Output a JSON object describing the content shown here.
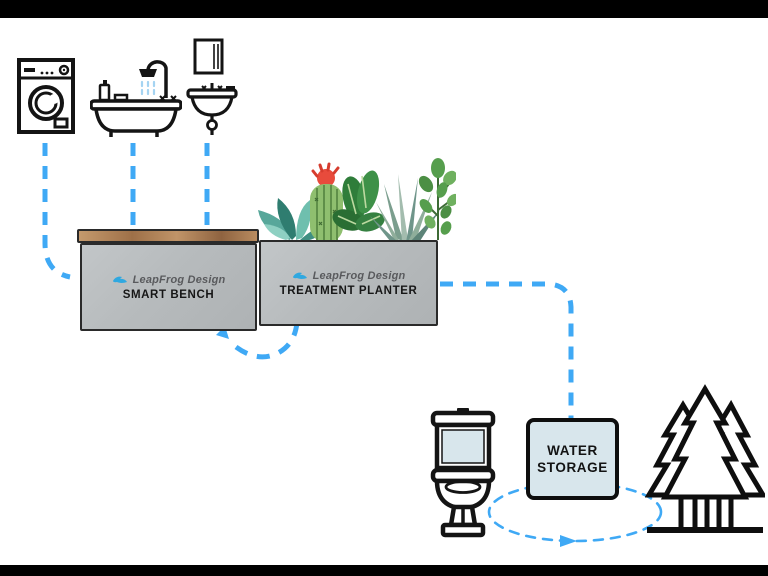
{
  "colors": {
    "accent_blue": "#3fa9f5",
    "drop_blue": "#a5d4f2",
    "storage_fill": "#d8e6ec",
    "bench_gray": "#b7bbbd",
    "wood_brown": "#ad7c52",
    "outline": "#141414",
    "bar": "#000000"
  },
  "sources": {
    "icons": [
      "washing-machine-icon",
      "bathtub-shower-icon",
      "towel-icon",
      "sink-icon"
    ]
  },
  "bench": {
    "brand": "LeapFrog Design",
    "label": "SMART BENCH"
  },
  "planter": {
    "brand": "LeapFrog Design",
    "label": "TREATMENT PLANTER"
  },
  "storage": {
    "line1": "WATER",
    "line2": "STORAGE"
  },
  "reuse": {
    "icons": [
      "toilet-icon",
      "pine-trees-icon"
    ]
  }
}
